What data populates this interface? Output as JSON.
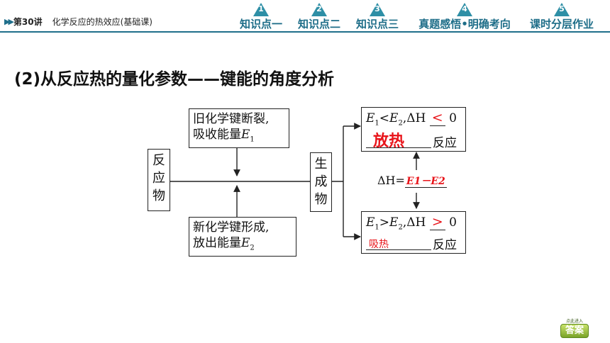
{
  "header": {
    "nav_arrows": "▶▶",
    "lesson_number": "第30讲",
    "lesson_title": "化学反应的热效应(基础课)",
    "tabs": [
      {
        "number": "1",
        "label": "知识点一"
      },
      {
        "number": "2",
        "label": "知识点二"
      },
      {
        "number": "3",
        "label": "知识点三"
      },
      {
        "number": "4",
        "label": "真题感悟•明确考向"
      },
      {
        "number": "5",
        "label": "课时分层作业"
      }
    ],
    "accent_color": "#1f6f8b",
    "badge_color": "#2e8fa6"
  },
  "section": {
    "heading": "(2)从反应热的量化参数——键能的角度分析"
  },
  "diagram": {
    "reactants_chars": [
      "反",
      "应",
      "物"
    ],
    "products_chars": [
      "生",
      "成",
      "物"
    ],
    "break_box": {
      "line1": "旧化学键断裂,",
      "line2_text": "吸收能量",
      "line2_var": "E",
      "line2_sub": "1"
    },
    "form_box": {
      "line1": "新化学键形成,",
      "line2_text": "放出能量",
      "line2_var": "E",
      "line2_sub": "2"
    },
    "exo_box": {
      "e1": "E",
      "sub1": "1",
      "relation": "<",
      "e2": "E",
      "sub2": "2",
      "dh_label": ",ΔH",
      "answer_sign": "<",
      "zero": "0",
      "answer_word": "放热",
      "suffix": "反应"
    },
    "endo_box": {
      "e1": "E",
      "sub1": "1",
      "relation": ">",
      "e2": "E",
      "sub2": "2",
      "dh_label": ",ΔH",
      "answer_sign": ">",
      "zero": "0",
      "answer_word": "吸热",
      "suffix": "反应"
    },
    "delta_h": {
      "label": "ΔH=",
      "value": "E1－E2"
    },
    "answer_color": "#e8141a"
  },
  "answer_button": {
    "caption": "点此进入",
    "label": "答案"
  }
}
